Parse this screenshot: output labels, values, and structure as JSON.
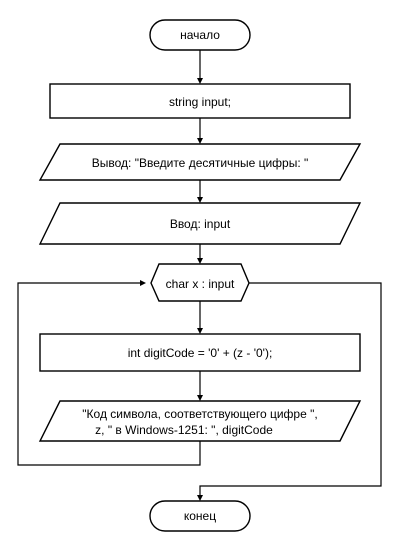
{
  "flowchart": {
    "start": "начало",
    "declare": "string input;",
    "prompt_output": "Вывод: \"Введите десятичные цифры: \"",
    "read_input": "Ввод: input",
    "loop": "char x : input",
    "compute": "int digitCode = '0' + (z - '0');",
    "result_output_line1": "\"Код символа, соответствующего цифре \",",
    "result_output_line2": "z, \" в Windows-1251: \", digitCode",
    "end": "конец"
  }
}
